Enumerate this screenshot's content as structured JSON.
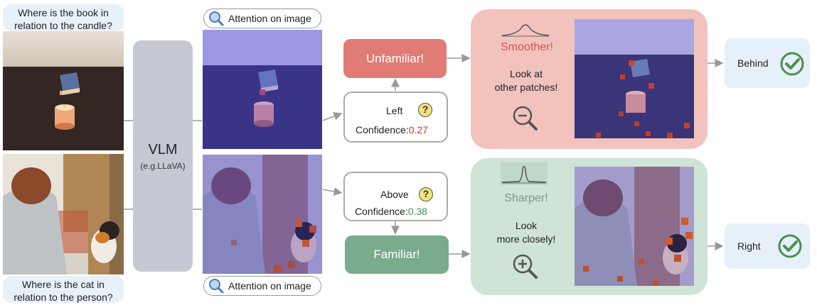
{
  "questions": {
    "top": "Where is the book in relation to the candle?",
    "bottom": "Where is the cat in relation to the person?"
  },
  "vlm": {
    "title": "VLM",
    "subtitle": "(e.g.LLaVA)"
  },
  "attention_label_top": "Attention on image",
  "attention_label_bottom": "Attention on image",
  "answers": {
    "top": {
      "answer": "Left",
      "confidence_label": "Confidence:",
      "confidence_value": "0.27",
      "value_color": "#c0392b"
    },
    "bottom": {
      "answer": "Above",
      "confidence_label": "Confidence:",
      "confidence_value": "0.38",
      "value_color": "#4a8a5a"
    }
  },
  "tags": {
    "unfamiliar": "Unfamiliar!",
    "familiar": "Familiar!"
  },
  "panels": {
    "top": {
      "heading": "Smoother!",
      "line1": "Look at",
      "line2": "other patches!",
      "color": "#f2c3bd"
    },
    "bottom": {
      "heading": "Sharper!",
      "line1": "Look",
      "line2": "more closely!",
      "color": "#cfe3d6"
    }
  },
  "results": {
    "top": "Behind",
    "bottom": "Right"
  },
  "icons": {
    "search": "magnifier-icon",
    "zoom_out": "zoom-out-icon",
    "zoom_in": "zoom-in-icon",
    "check": "check-circle-icon",
    "question": "question-mark-icon",
    "distribution": "distribution-curve-icon"
  },
  "colors": {
    "unfamiliar_box": "#e07b76",
    "familiar_box": "#7aab8c",
    "vlm_box": "#c6c9d3",
    "check_green": "#4d8f51",
    "question_yellow": "#f1e37a",
    "arrow_gray": "#999999"
  }
}
